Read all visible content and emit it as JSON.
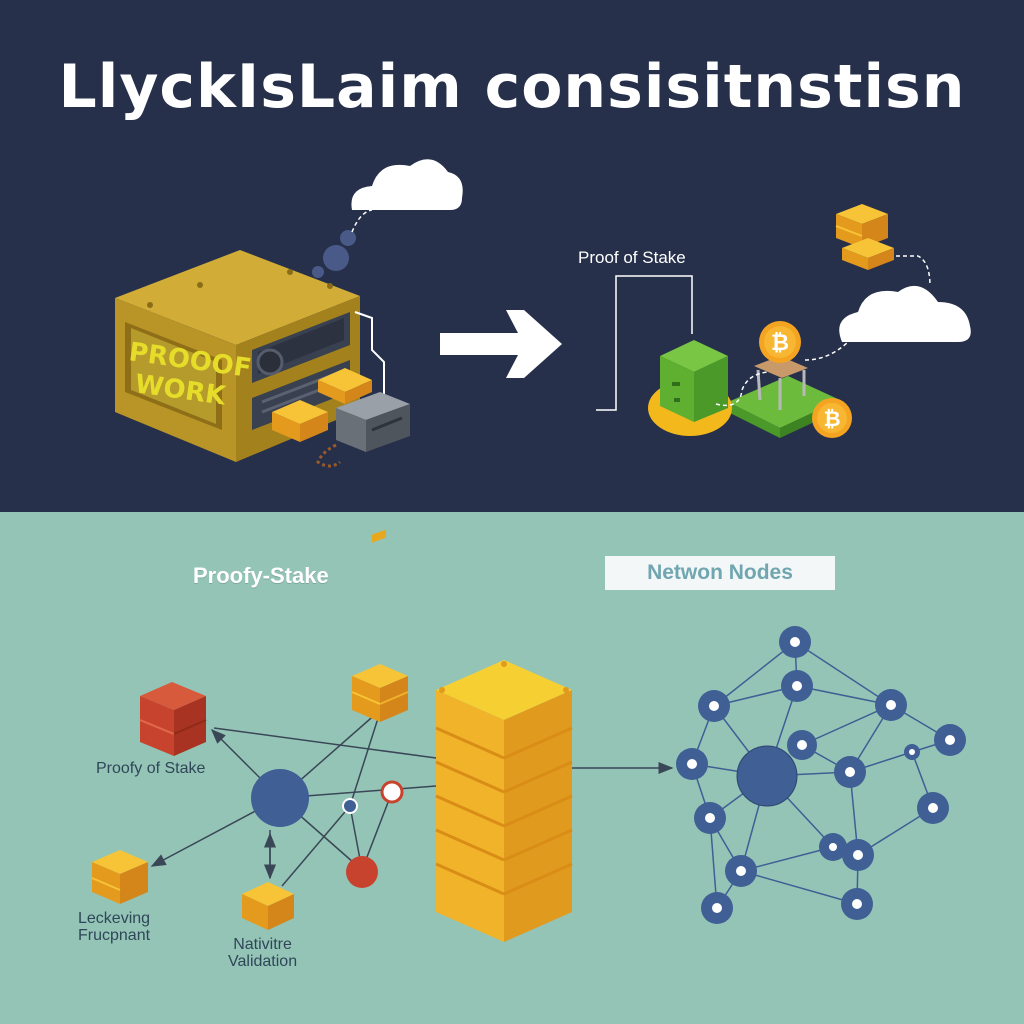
{
  "title": "LlyckIsLaim consisitnstisn",
  "top": {
    "proof_of_work_label": [
      "PROOOF",
      "WORK"
    ],
    "proof_of_stake_label": "Proof of Stake"
  },
  "bottom": {
    "proofy_stake_heading": "Proofy-Stake",
    "network_nodes_label": "Netwon Nodes",
    "proofy_of_stake_label": "Proofy of Stake",
    "leckeving_label": [
      "Leckeving",
      "Frucpnant"
    ],
    "nativitre_label": [
      "Nativitre",
      "Validation"
    ]
  },
  "colors": {
    "top_background": "#27304b",
    "bottom_background": "#94c4b6",
    "coin_gold": "#f2a91f",
    "node_blue": "#3f5f95",
    "accent_red": "#c8432e",
    "stake_green": "#6cbb3c"
  },
  "icons": [
    "cloud-icon",
    "bitcoin-coin-icon",
    "arrow-right-icon",
    "mining-rig-icon",
    "gold-block-icon",
    "network-node-icon"
  ]
}
